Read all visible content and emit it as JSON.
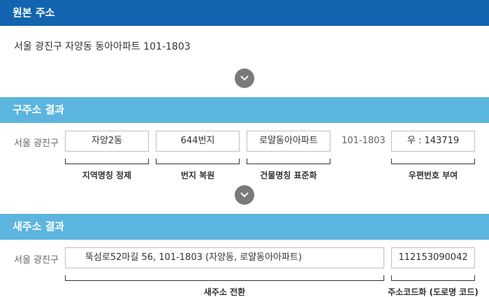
{
  "original": {
    "header": "원본 주소",
    "address": "서울 광진구 자양동 동아아파트 101-1803"
  },
  "old_result": {
    "header": "구주소 결과",
    "region": "서울 광진구",
    "dong": "자양2동",
    "lot": "644번지",
    "building": "로얄동아아파트",
    "unit": "101-1803",
    "postcode": "우 : 143719",
    "labels": {
      "dong": "지역명칭 정제",
      "lot": "번지 복원",
      "building": "건물명칭 표준화",
      "postcode": "우편번호 부여"
    }
  },
  "new_result": {
    "header": "새주소 결과",
    "region": "서울 광진구",
    "address": "뚝섬로52마길  56, 101-1803 (자양동, 로얄동아아파트)",
    "road_code": "112153090042",
    "labels": {
      "address": "새주소 전환",
      "road_code": "주소코드화 (도로명 코드)"
    }
  },
  "icons": {
    "arrow1": "chevron-down-icon",
    "arrow2": "chevron-down-icon"
  },
  "colors": {
    "dark_bar": "#1264b0",
    "light_bar": "#5bb5de",
    "arrow_circle": "#7a7a7a"
  }
}
